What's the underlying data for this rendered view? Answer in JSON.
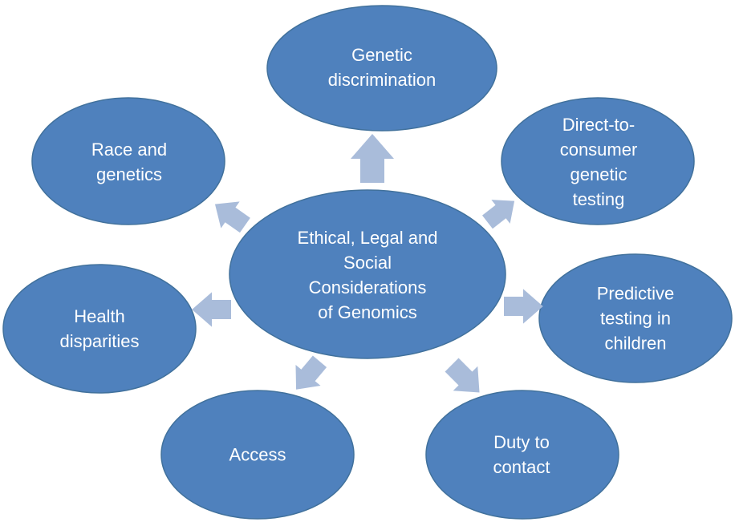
{
  "diagram": {
    "center": {
      "label_lines": [
        "Ethical, Legal and",
        "Social",
        "Considerations",
        "of Genomics"
      ]
    },
    "topics": [
      {
        "id": "genetic-discrimination",
        "label_lines": [
          "Genetic",
          "discrimination"
        ]
      },
      {
        "id": "race-and-genetics",
        "label_lines": [
          "Race and",
          "genetics"
        ]
      },
      {
        "id": "direct-to-consumer-genetic-testing",
        "label_lines": [
          "Direct-to-",
          "consumer",
          "genetic",
          "testing"
        ]
      },
      {
        "id": "health-disparities",
        "label_lines": [
          "Health",
          "disparities"
        ]
      },
      {
        "id": "predictive-testing-in-children",
        "label_lines": [
          "Predictive",
          "testing in",
          "children"
        ]
      },
      {
        "id": "access",
        "label_lines": [
          "Access"
        ]
      },
      {
        "id": "duty-to-contact",
        "label_lines": [
          "Duty to",
          "contact"
        ]
      }
    ],
    "colors": {
      "node_fill": "#4F81BD",
      "arrow_fill": "#A9BCDA",
      "text": "#FFFFFF"
    }
  }
}
